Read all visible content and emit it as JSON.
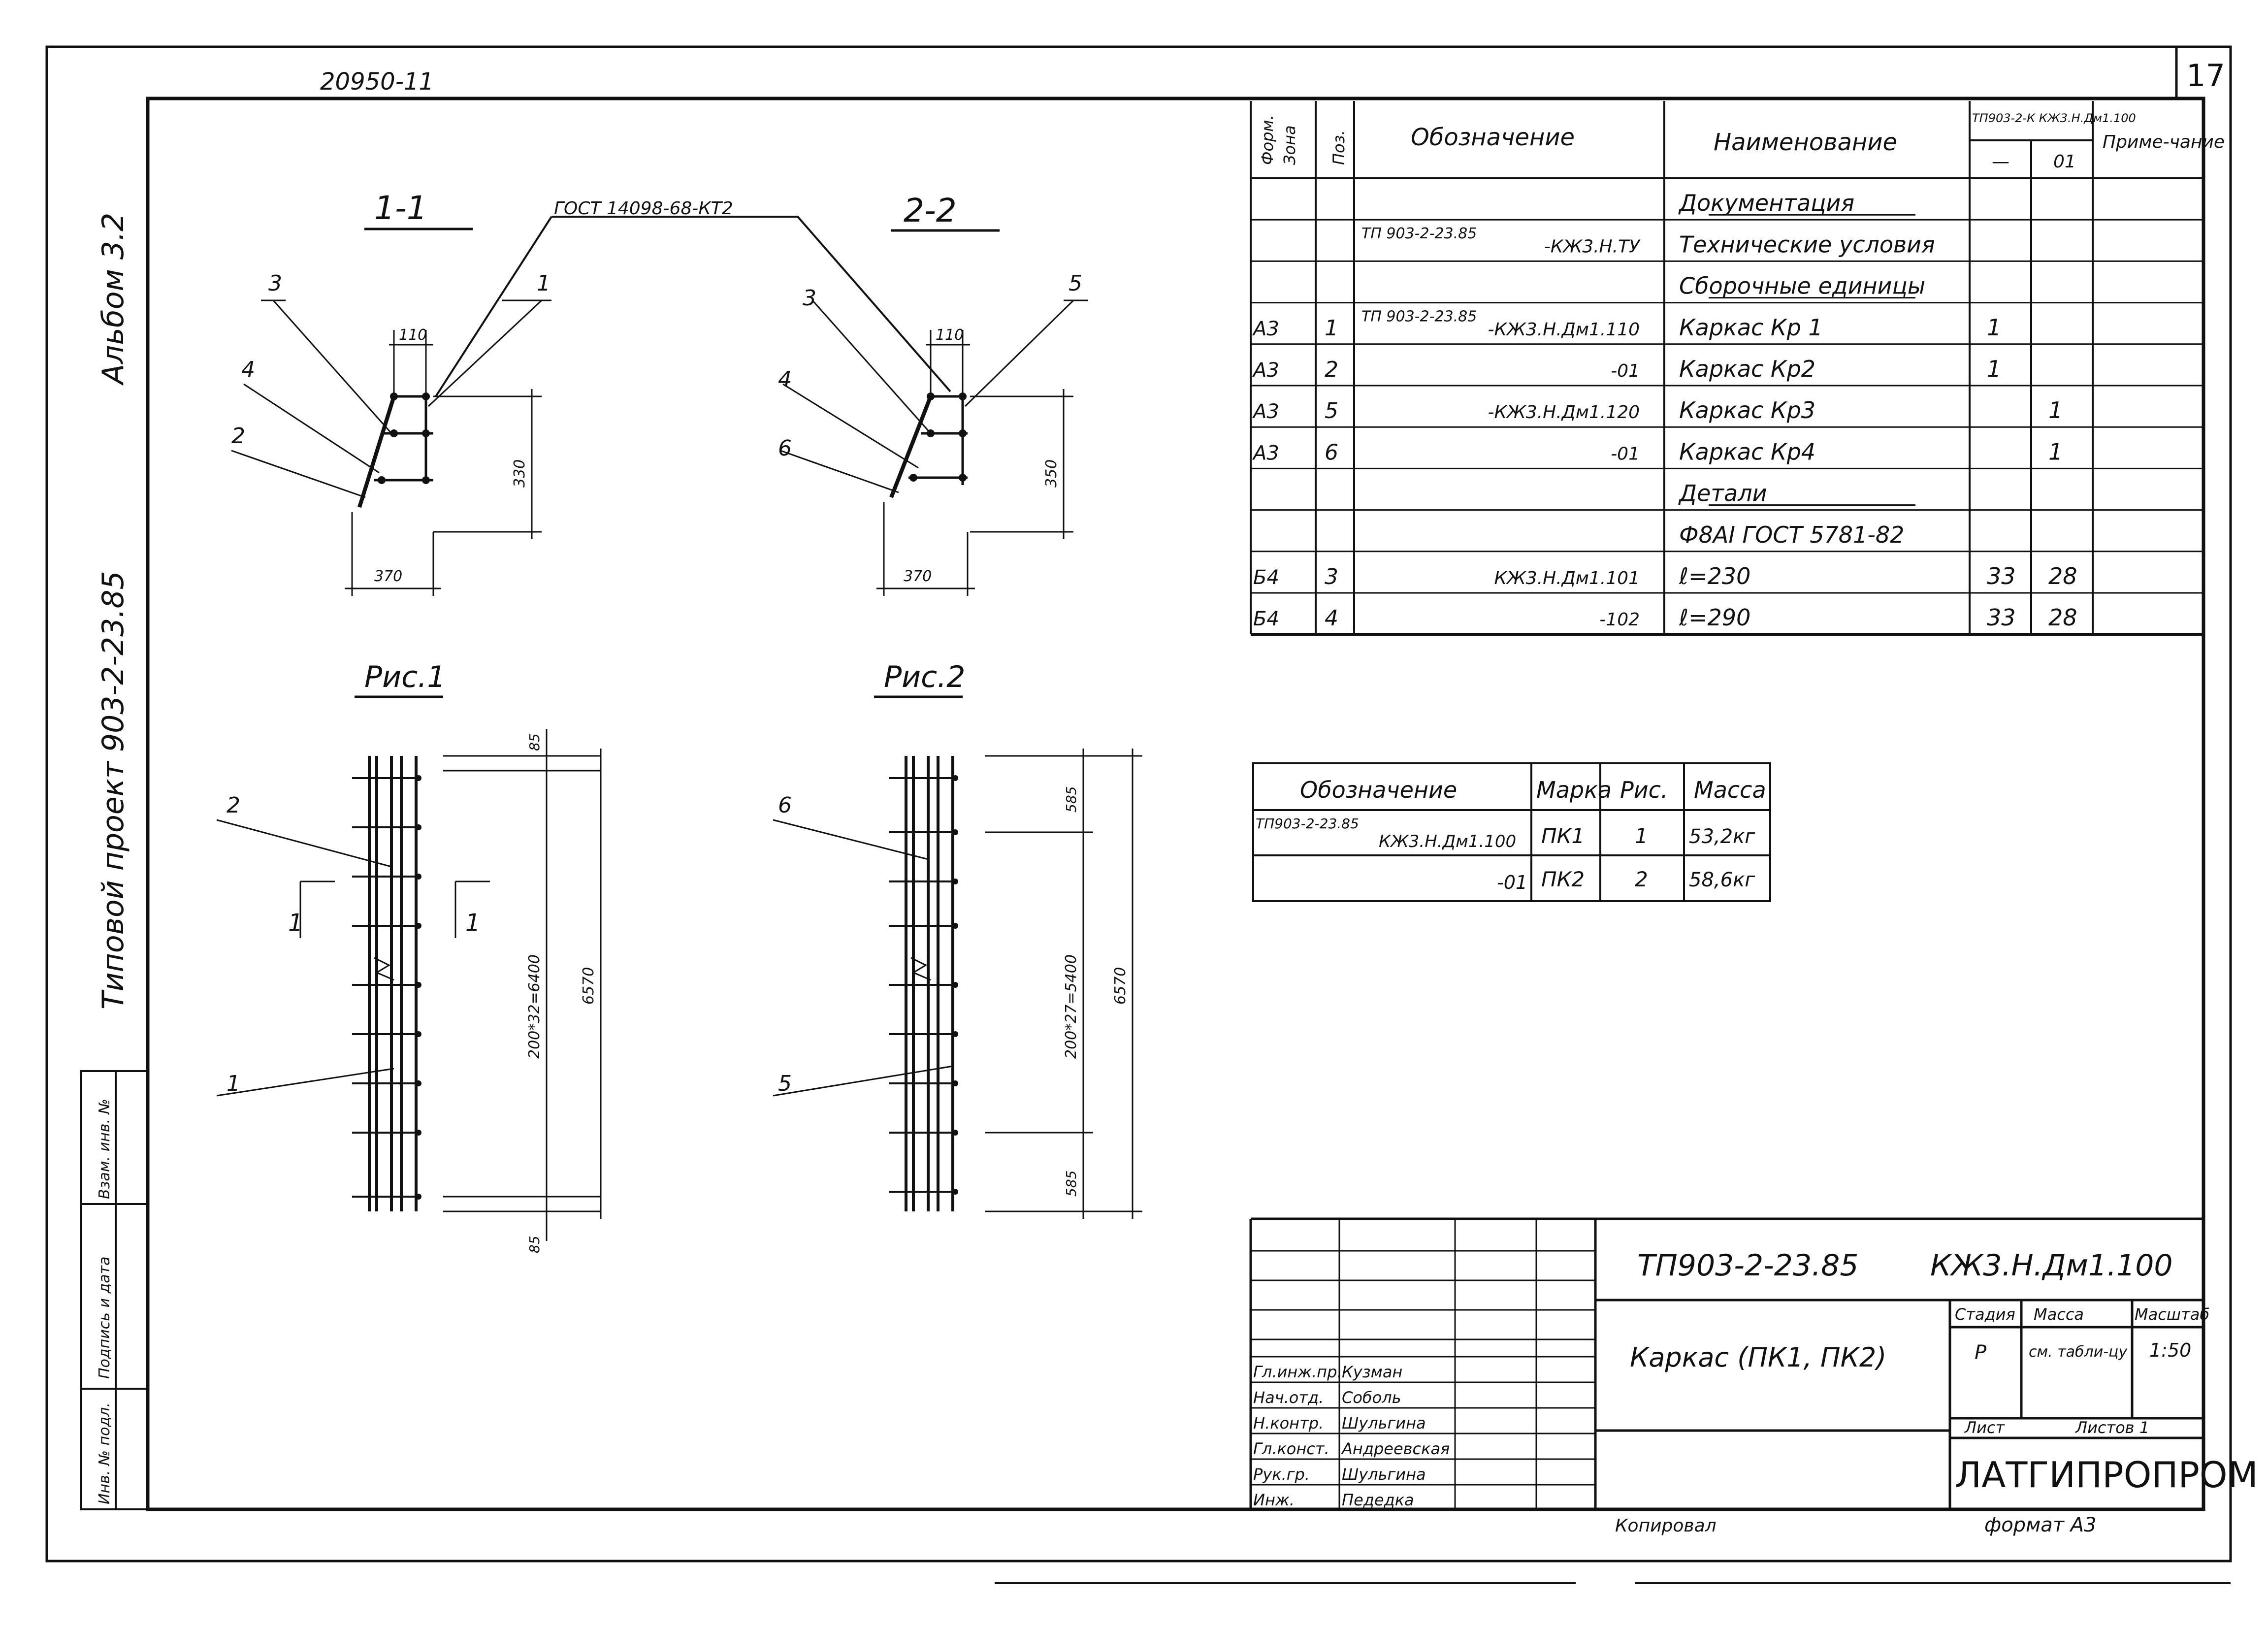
{
  "sheet": {
    "number": "17",
    "archive_no": "20950-11",
    "format": "формат А3",
    "copied": "Копировал"
  },
  "side": {
    "album": "Альбом 3.2",
    "project": "Типовой проект 903-2-23.85",
    "stamp_cols": [
      "Инв. № подл.",
      "Подпись и дата",
      "Взам. инв. №"
    ]
  },
  "spec": {
    "headers": {
      "format": "Форм.",
      "zone": "Зона",
      "pos": "Поз.",
      "designation": "Обозначение",
      "name": "Наименование",
      "qty_group": "ТП903-2-К КЖ3.Н.Дм1.100",
      "qty_a": "—",
      "qty_b": "01",
      "note": "Приме-чание"
    },
    "rows": [
      {
        "format": "",
        "pos": "",
        "des1": "",
        "des2": "",
        "name": "Документация",
        "qa": "",
        "qb": "",
        "section": true
      },
      {
        "format": "",
        "pos": "",
        "des1": "ТП 903-2-23.85",
        "des2": "-КЖ3.Н.ТУ",
        "name": "Технические условия",
        "qa": "",
        "qb": "",
        "section": false
      },
      {
        "format": "",
        "pos": "",
        "des1": "",
        "des2": "",
        "name": "Сборочные единицы",
        "qa": "",
        "qb": "",
        "section": true
      },
      {
        "format": "А3",
        "pos": "1",
        "des1": "ТП 903-2-23.85",
        "des2": "-КЖ3.Н.Дм1.110",
        "name": "Каркас Кр 1",
        "qa": "1",
        "qb": "",
        "section": false
      },
      {
        "format": "А3",
        "pos": "2",
        "des1": "",
        "des2": "-01",
        "name": "Каркас Кр2",
        "qa": "1",
        "qb": "",
        "section": false
      },
      {
        "format": "А3",
        "pos": "5",
        "des1": "",
        "des2": "-КЖ3.Н.Дм1.120",
        "name": "Каркас Кр3",
        "qa": "",
        "qb": "1",
        "section": false
      },
      {
        "format": "А3",
        "pos": "6",
        "des1": "",
        "des2": "-01",
        "name": "Каркас Кр4",
        "qa": "",
        "qb": "1",
        "section": false
      },
      {
        "format": "",
        "pos": "",
        "des1": "",
        "des2": "",
        "name": "Детали",
        "qa": "",
        "qb": "",
        "section": true
      },
      {
        "format": "",
        "pos": "",
        "des1": "",
        "des2": "",
        "name": "Ф8АI ГОСТ 5781-82",
        "qa": "",
        "qb": "",
        "section": false
      },
      {
        "format": "Б4",
        "pos": "3",
        "des1": "",
        "des2": "КЖ3.Н.Дм1.101",
        "name": "ℓ=230",
        "qa": "33",
        "qb": "28",
        "section": false
      },
      {
        "format": "Б4",
        "pos": "4",
        "des1": "",
        "des2": "-102",
        "name": "ℓ=290",
        "qa": "33",
        "qb": "28",
        "section": false
      }
    ]
  },
  "mass": {
    "headers": [
      "Обозначение",
      "Марка",
      "Рис.",
      "Масса"
    ],
    "rows": [
      {
        "des1": "ТП903-2-23.85",
        "des2": "КЖ3.Н.Дм1.100",
        "mark": "ПК1",
        "fig": "1",
        "mass": "53,2кг"
      },
      {
        "des1": "",
        "des2": "-01",
        "mark": "ПК2",
        "fig": "2",
        "mass": "58,6кг"
      }
    ]
  },
  "sections": {
    "s1": {
      "title": "1-1",
      "gost": "ГОСТ 14098-68-КТ2",
      "top": "110",
      "height": "330",
      "bottom": "370",
      "p1": "1",
      "p2": "2",
      "p3": "3",
      "p4": "4"
    },
    "s2": {
      "title": "2-2",
      "top": "110",
      "height": "350",
      "bottom": "370",
      "p3": "3",
      "p4": "4",
      "p5": "5",
      "p6": "6"
    }
  },
  "figures": {
    "f1": {
      "title": "Рис.1",
      "top_dim": "85",
      "bottom_dim": "85",
      "mid": "200*32=6400",
      "total": "6570",
      "p2": "2",
      "p1": "1",
      "cut": "1"
    },
    "f2": {
      "title": "Рис.2",
      "top_dim": "585",
      "bottom_dim": "585",
      "mid": "200*27=5400",
      "total": "6570",
      "p6": "6",
      "p5": "5"
    }
  },
  "titleblock": {
    "code": "ТП903-2-23.85",
    "doc": "КЖ3.Н.Дм1.100",
    "name": "Каркас (ПК1, ПК2)",
    "stage_label": "Стадия",
    "mass_label": "Масса",
    "scale_label": "Масштаб",
    "stage": "Р",
    "mass": "см. табли-цу",
    "scale": "1:50",
    "sheet_label": "Лист",
    "sheets_label": "Листов 1",
    "org": "ЛАТГИПРОПРОМ",
    "roles": [
      {
        "role": "Гл.инж.пр.",
        "name": "Кузман"
      },
      {
        "role": "Нач.отд.",
        "name": "Соболь"
      },
      {
        "role": "Н.контр.",
        "name": "Шульгина"
      },
      {
        "role": "Гл.конст.",
        "name": "Андреевская"
      },
      {
        "role": "Рук.гр.",
        "name": "Шульгина"
      },
      {
        "role": "Инж.",
        "name": "Педедка"
      }
    ]
  }
}
